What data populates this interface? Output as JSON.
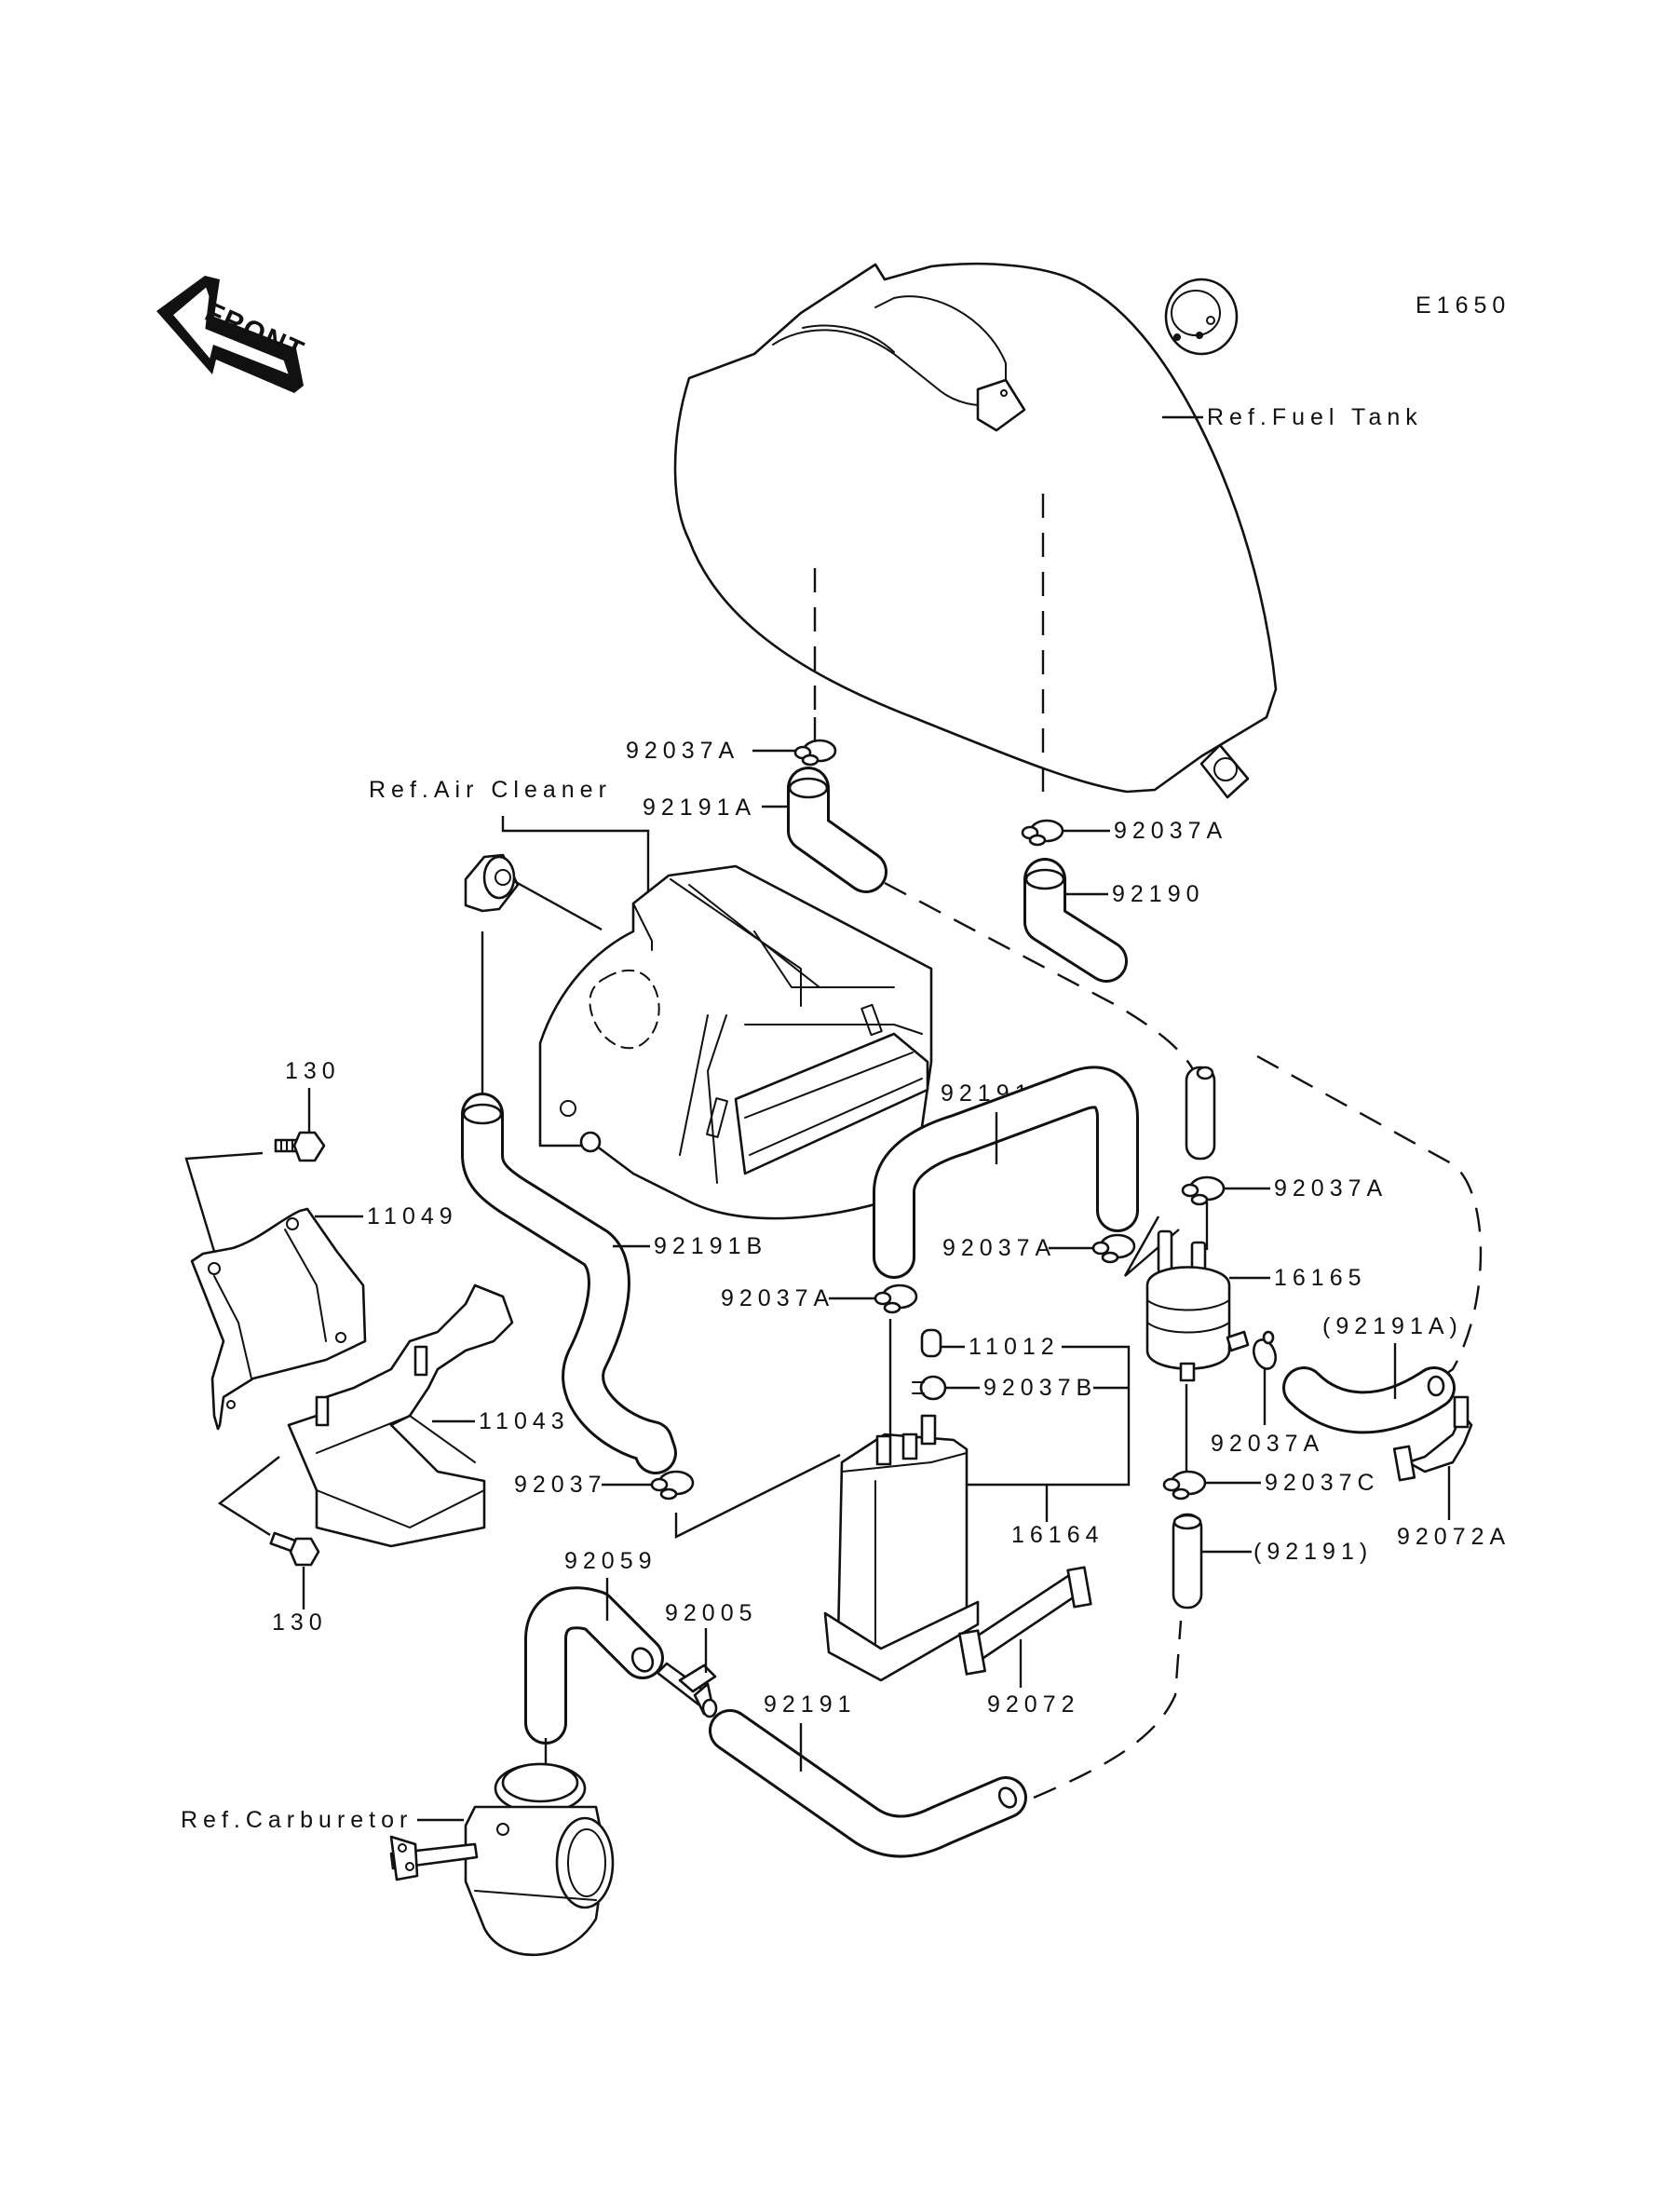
{
  "diagram": {
    "figure_code": "E1650",
    "front_indicator": "FRONT",
    "references": {
      "fuel_tank": "Ref.Fuel Tank",
      "air_cleaner": "Ref.Air Cleaner",
      "carburetor": "Ref.Carburetor"
    },
    "callouts": {
      "c_92037A_tank_left": "92037A",
      "c_92191A_top": "92191A",
      "c_92037A_tank_right": "92037A",
      "c_92190": "92190",
      "c_130_top": "130",
      "c_11049": "11049",
      "c_92191B": "92191B",
      "c_92191C": "92191C",
      "c_92037A_filter_top": "92037A",
      "c_92037A_mid": "92037A",
      "c_16165": "16165",
      "c_92037A_canister": "92037A",
      "c_11012": "11012",
      "c_92037B": "92037B",
      "c_92191A_paren": "(92191A)",
      "c_11043": "11043",
      "c_92037A_filter_side": "92037A",
      "c_92037": "92037",
      "c_92037C": "92037C",
      "c_92072A": "92072A",
      "c_16164": "16164",
      "c_92191_paren": "(92191)",
      "c_130_bottom": "130",
      "c_92059": "92059",
      "c_92005": "92005",
      "c_92191": "92191",
      "c_92072": "92072"
    }
  }
}
